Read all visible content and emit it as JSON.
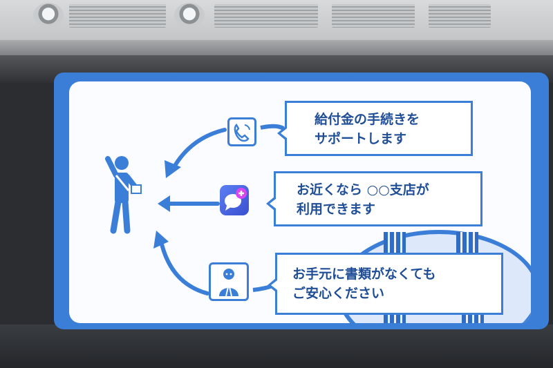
{
  "slide": {
    "messages": [
      {
        "line1": "給付金の手続きを",
        "line2": "サポートします"
      },
      {
        "line1": "お近くなら ○○支店が",
        "line2": "利用できます"
      },
      {
        "line1": "お手元に書類がなくても",
        "line2": "ご安心ください"
      }
    ],
    "icons": [
      "phone-icon",
      "chat-plus-icon",
      "staff-icon",
      "person-icon",
      "building-icon"
    ]
  },
  "colors": {
    "accent": "#3a7ed8",
    "text": "#1f4d96",
    "screen_bg": "#fafcff",
    "room": "#2b2d30"
  }
}
